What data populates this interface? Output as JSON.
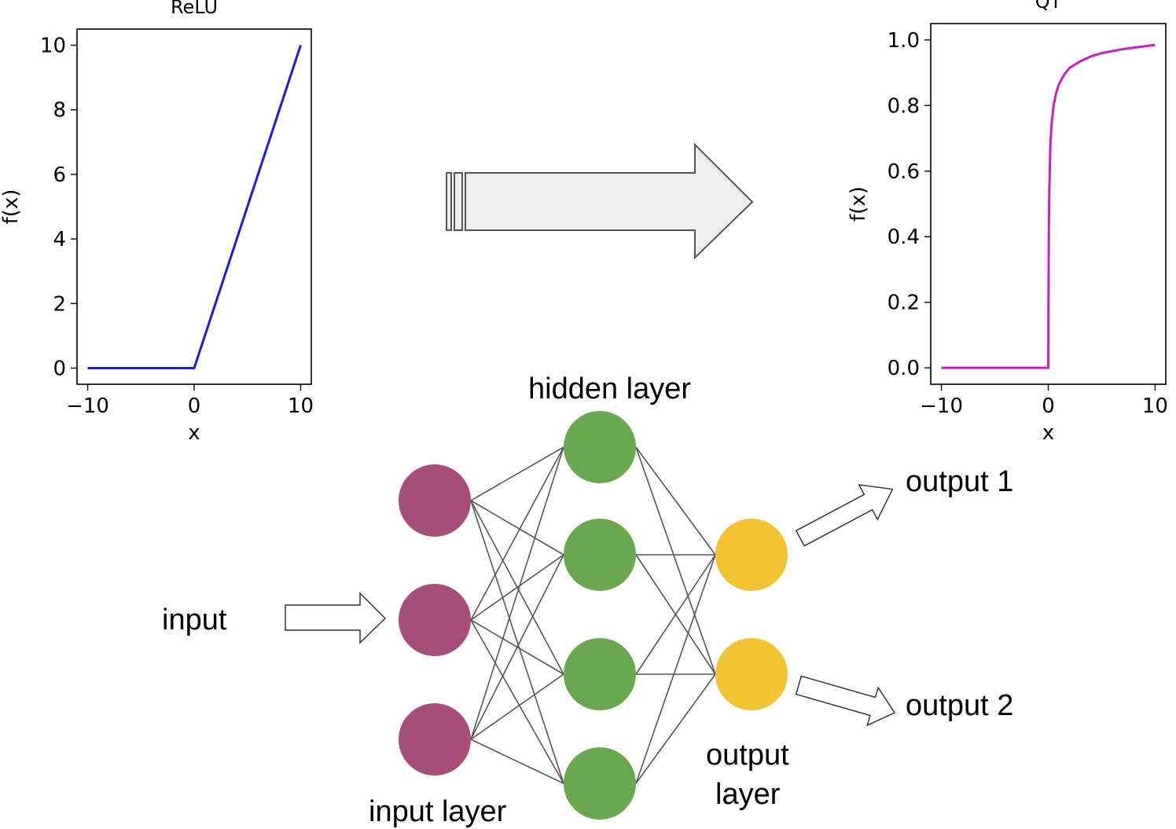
{
  "relu_chart": {
    "type": "line",
    "title": "ReLU",
    "xlabel": "x",
    "ylabel": "f(x)",
    "xlim": [
      -11,
      11
    ],
    "ylim": [
      -0.5,
      10.5
    ],
    "xticks": [
      -10,
      0,
      10
    ],
    "yticks": [
      0,
      2,
      4,
      6,
      8,
      10
    ],
    "x_tick_labels": [
      "−10",
      "0",
      "10"
    ],
    "y_tick_labels": [
      "0",
      "2",
      "4",
      "6",
      "8",
      "10"
    ],
    "series": [
      {
        "color": "#1a1ae6",
        "x": [
          -10,
          0,
          10
        ],
        "y": [
          0,
          0,
          10
        ]
      }
    ]
  },
  "qt_chart": {
    "type": "line",
    "title": "QT",
    "xlabel": "x",
    "ylabel": "f(x)",
    "xlim": [
      -11,
      11
    ],
    "ylim": [
      -0.05,
      1.05
    ],
    "xticks": [
      -10,
      0,
      10
    ],
    "yticks": [
      0.0,
      0.2,
      0.4,
      0.6,
      0.8,
      1.0
    ],
    "x_tick_labels": [
      "−10",
      "0",
      "10"
    ],
    "y_tick_labels": [
      "0.0",
      "0.2",
      "0.4",
      "0.6",
      "0.8",
      "1.0"
    ],
    "series": [
      {
        "color": "#c71fc7",
        "x": [
          -10,
          0,
          0.02,
          0.05,
          0.1,
          0.2,
          0.3,
          0.5,
          0.75,
          1,
          1.5,
          2,
          3,
          4,
          5,
          7,
          10
        ],
        "y": [
          0,
          0,
          0.2,
          0.4,
          0.55,
          0.68,
          0.74,
          0.8,
          0.84,
          0.865,
          0.895,
          0.915,
          0.935,
          0.95,
          0.96,
          0.972,
          0.985
        ]
      }
    ]
  },
  "network": {
    "colors": {
      "input": "#a64d79",
      "hidden": "#6aa84f",
      "output": "#f1c232",
      "edge": "#555555"
    },
    "layers": {
      "input": 3,
      "hidden": 4,
      "output": 2
    },
    "labels": {
      "input": "input",
      "input_layer": "input layer",
      "hidden_layer": "hidden layer",
      "output_layer_1": "output",
      "output_layer_2": "layer",
      "output_1": "output 1",
      "output_2": "output 2"
    }
  }
}
